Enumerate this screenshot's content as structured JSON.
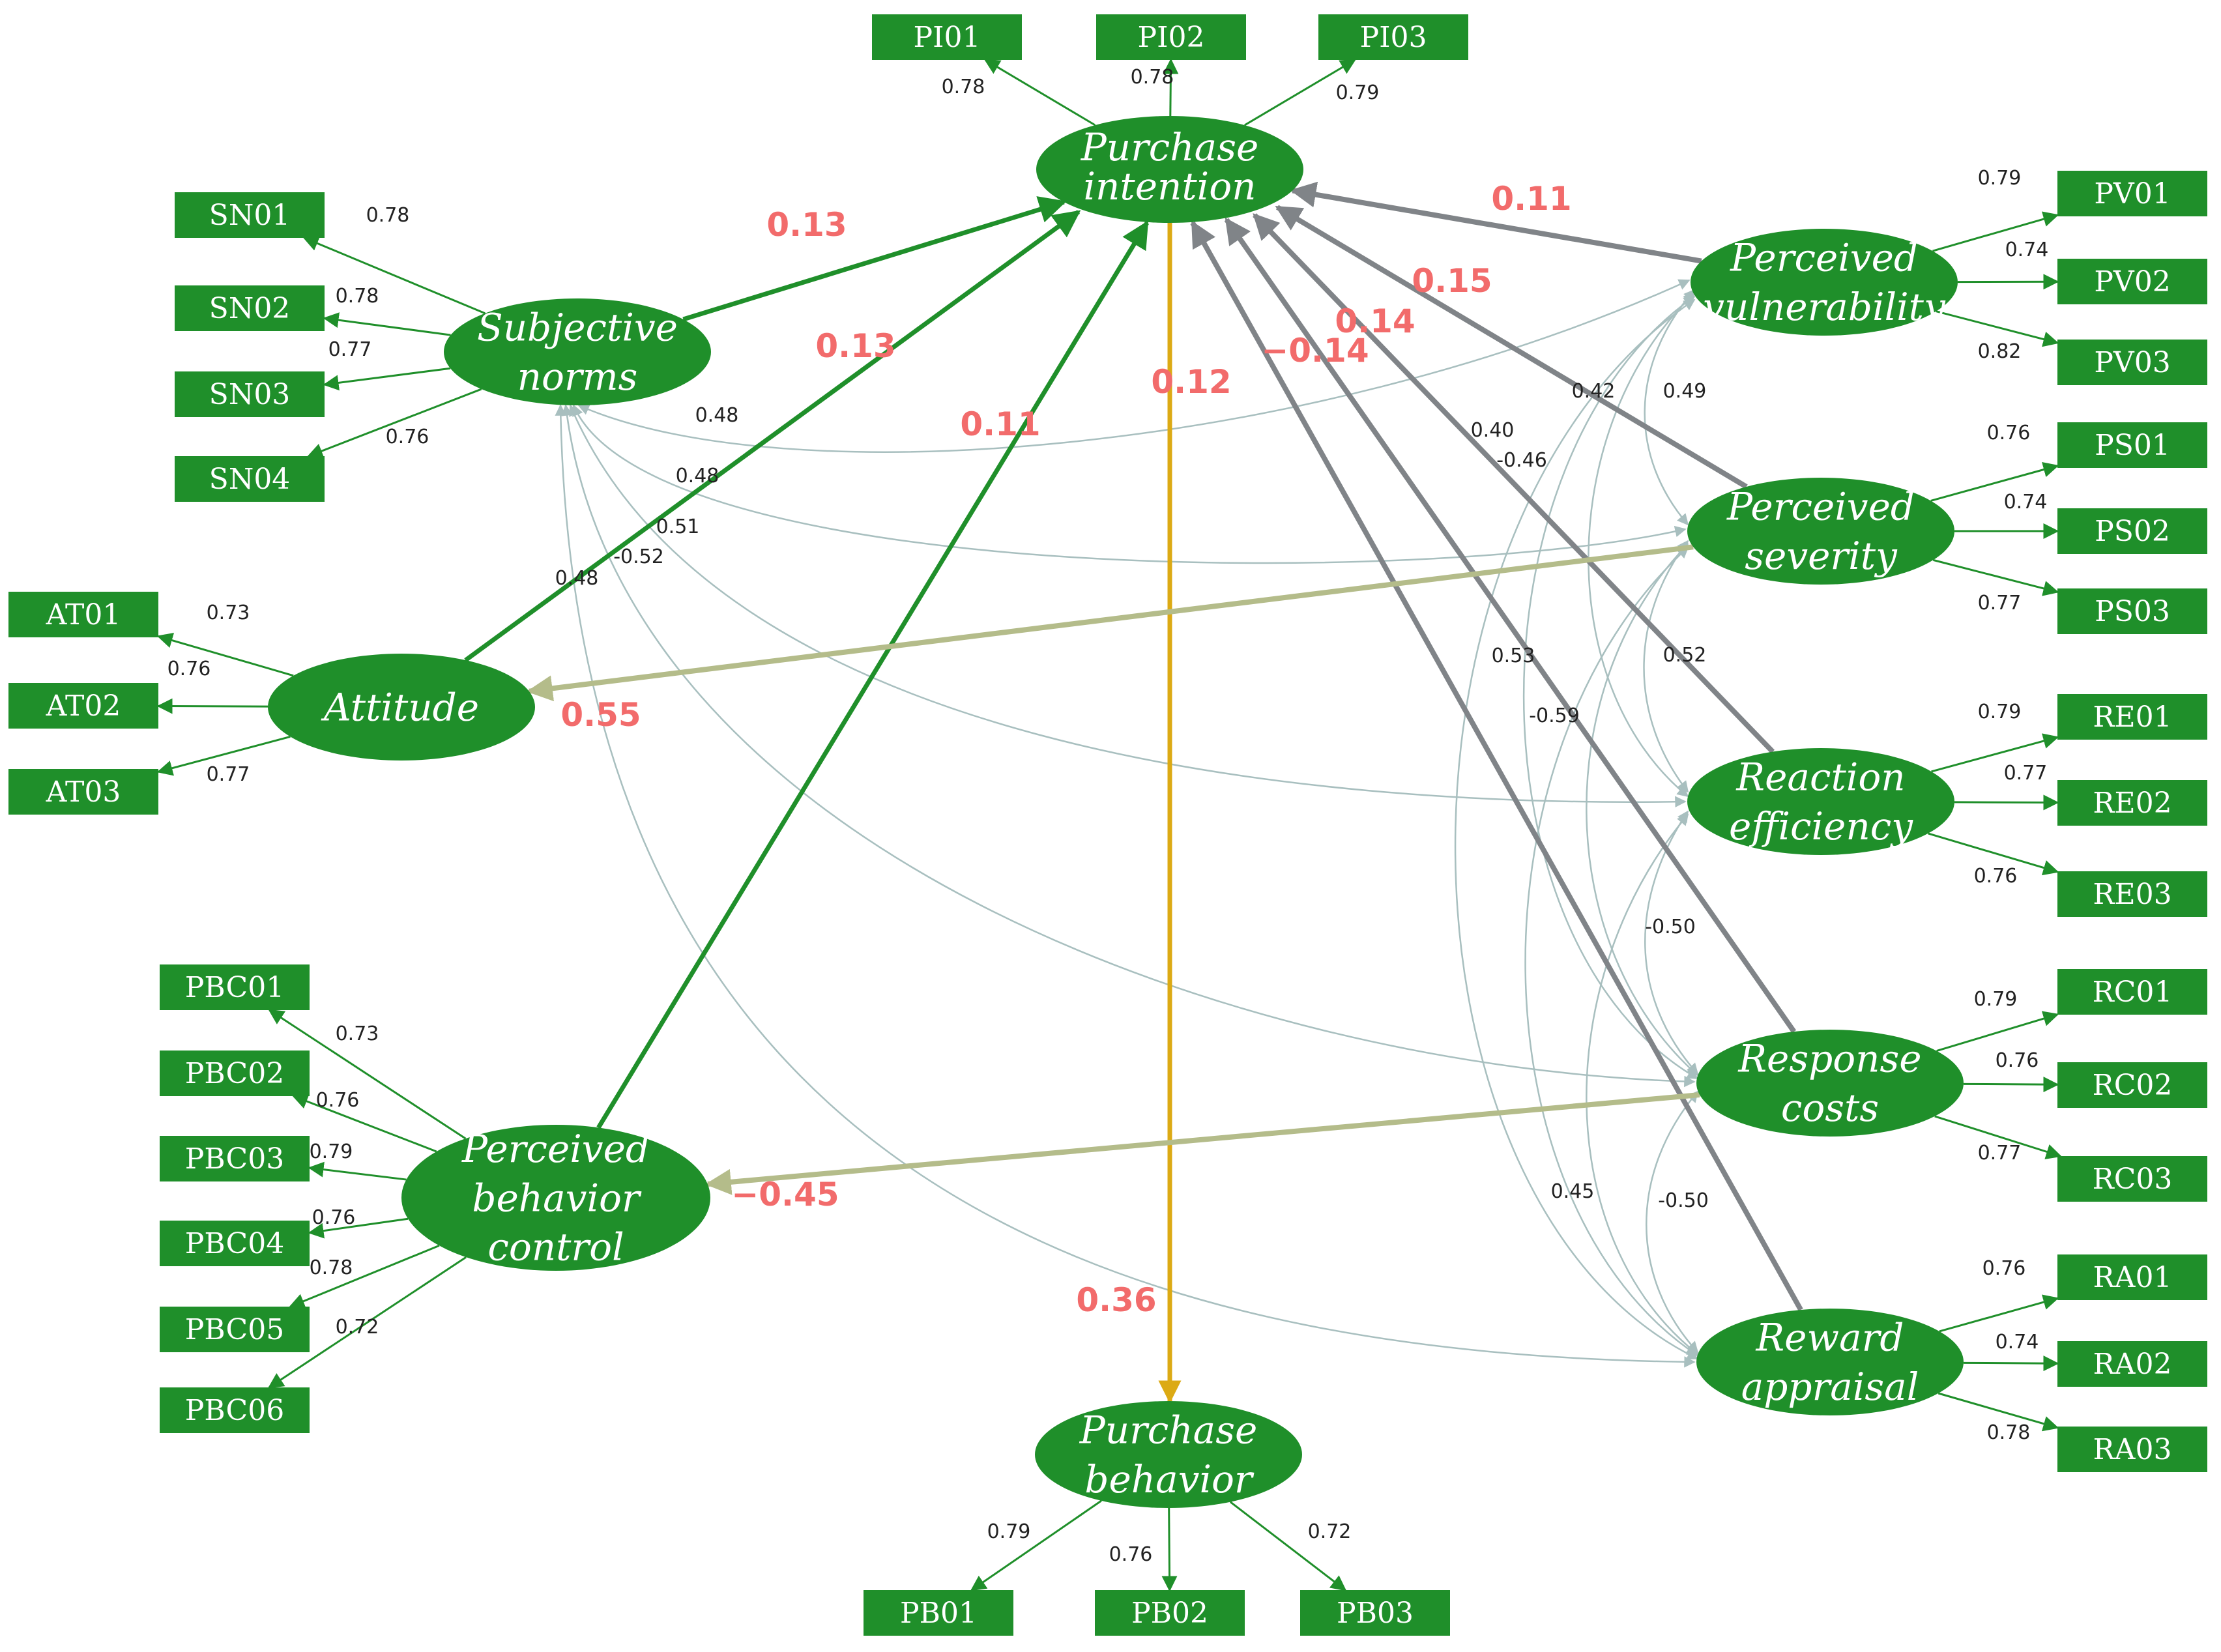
{
  "colors": {
    "node_fill": "#1f8f2a",
    "node_text": "#ffffff",
    "coefficient_text": "#f26b6b",
    "path_green": "#1f8f2a",
    "path_gray": "#808488",
    "path_olive": "#b4bc8a",
    "path_gold": "#dcaa14",
    "correlation_curve": "#a8bfbf",
    "loading_text": "#222222"
  },
  "latent": {
    "pi": [
      "Purchase",
      "intention"
    ],
    "sn": [
      "Subjective",
      "norms"
    ],
    "at": [
      "Attitude"
    ],
    "pbc": [
      "Perceived",
      "behavior",
      "control"
    ],
    "pb": [
      "Purchase",
      "behavior"
    ],
    "pv": [
      "Perceived",
      "vulnerability"
    ],
    "ps": [
      "Perceived",
      "severity"
    ],
    "re": [
      "Reaction",
      "efficiency"
    ],
    "rc": [
      "Response",
      "costs"
    ],
    "ra": [
      "Reward",
      "appraisal"
    ]
  },
  "indicators": {
    "pi": [
      "PI01",
      "PI02",
      "PI03"
    ],
    "sn": [
      "SN01",
      "SN02",
      "SN03",
      "SN04"
    ],
    "at": [
      "AT01",
      "AT02",
      "AT03"
    ],
    "pbc": [
      "PBC01",
      "PBC02",
      "PBC03",
      "PBC04",
      "PBC05",
      "PBC06"
    ],
    "pb": [
      "PB01",
      "PB02",
      "PB03"
    ],
    "pv": [
      "PV01",
      "PV02",
      "PV03"
    ],
    "ps": [
      "PS01",
      "PS02",
      "PS03"
    ],
    "re": [
      "RE01",
      "RE02",
      "RE03"
    ],
    "rc": [
      "RC01",
      "RC02",
      "RC03"
    ],
    "ra": [
      "RA01",
      "RA02",
      "RA03"
    ]
  },
  "loadings": {
    "pi": [
      "0.78",
      "0.78",
      "0.79"
    ],
    "sn": [
      "0.78",
      "0.78",
      "0.77",
      "0.76"
    ],
    "at": [
      "0.73",
      "0.76",
      "0.77"
    ],
    "pbc": [
      "0.73",
      "0.76",
      "0.79",
      "0.76",
      "0.78",
      "0.72"
    ],
    "pb": [
      "0.79",
      "0.76",
      "0.72"
    ],
    "pv": [
      "0.79",
      "0.74",
      "0.82"
    ],
    "ps": [
      "0.76",
      "0.74",
      "0.77"
    ],
    "re": [
      "0.79",
      "0.77",
      "0.76"
    ],
    "rc": [
      "0.79",
      "0.76",
      "0.77"
    ],
    "ra": [
      "0.76",
      "0.74",
      "0.78"
    ]
  },
  "paths": {
    "sn_pi": "0.13",
    "at_pi": "0.13",
    "pbc_pi": "0.11",
    "pi_pb": "0.36",
    "pv_pi": "0.11",
    "ps_pi": "0.15",
    "re_pi": "0.14",
    "rc_pi": "−0.14",
    "ra_pi": "0.12",
    "ps_at": "0.55",
    "rc_pbc": "−0.45"
  },
  "correlations": {
    "sn_pv": "0.48",
    "sn_ps": "0.48",
    "sn_re": "0.51",
    "sn_rc": "-0.52",
    "sn_ra": "0.48",
    "pv_ps": "0.49",
    "pv_re": "0.42",
    "pv_rc": "0.40",
    "pv_ra": "-0.46",
    "ps_re": "0.52",
    "ps_rc": "0.53",
    "ps_ra": "-0.59",
    "re_rc": "-0.50",
    "re_ra": "0.45",
    "rc_ra": "-0.50"
  }
}
